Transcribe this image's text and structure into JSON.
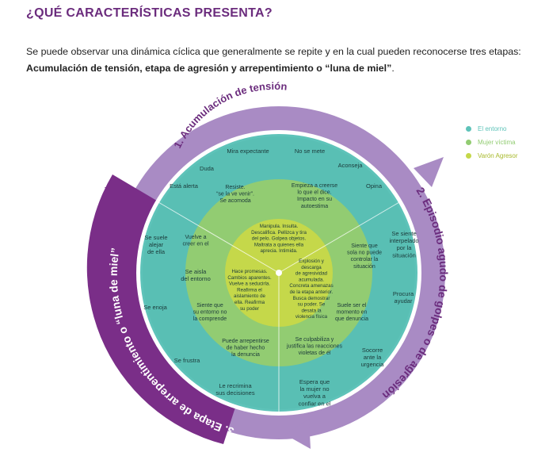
{
  "header": {
    "title": "¿QUÉ CARACTERÍSTICAS PRESENTA?",
    "intro_line1": "Se puede observar una dinámica cíclica que generalmente se repite y en la cual pueden reconocerse tres etapas:",
    "intro_line2_bold": "Acumulación de tensión, etapa de agresión y arrepentimiento o “luna de miel”",
    "intro_line2_end": "."
  },
  "colors": {
    "entorno": "#5ec3b9",
    "mujer": "#92cc72",
    "varon": "#c5d84a",
    "arrow_light": "#a98bc4",
    "arrow_dark": "#7a2e88"
  },
  "legend": [
    {
      "label": "El entorno",
      "color": "#5ec3b9"
    },
    {
      "label": "Mujer víctima",
      "color": "#92cc72"
    },
    {
      "label": "Varón Agresor",
      "color": "#c5d84a"
    }
  ],
  "stages": {
    "s1": "1. Acumulación de tensión",
    "s2": "2. Episodio agudo de golpes o de agresión",
    "s3": "3. Etapa de arrepentimiento o “luna de miel”"
  },
  "outer": {
    "mira_expectante": "Mira expectante",
    "no_se_mete": "No se mete",
    "duda": "Duda",
    "aconseja": "Aconseja",
    "esta_alerta": "Está alerta",
    "opina": "Opina",
    "se_suele_alejar": [
      "Se suele",
      "alejar",
      "de ella"
    ],
    "se_aisla": [
      "Se aisla",
      "del entorno"
    ],
    "se_enoja": "Se enoja",
    "se_frustra": "Se frustra",
    "le_recrimina": [
      "Le recrimina",
      "sus decisiones"
    ],
    "espera_que": [
      "Espera que",
      "la mujer no",
      "vuelva a",
      "confiar en el"
    ],
    "socorre": [
      "Socorre",
      "ante la",
      "urgencia"
    ],
    "procura_ayudar": [
      "Procura",
      "ayudar"
    ],
    "se_siente_interpelado": [
      "Se siente",
      "interpelado",
      "por la",
      "situación"
    ]
  },
  "middle": {
    "resiste": [
      "Resiste.",
      "“se la ve venir”.",
      "Se acomoda"
    ],
    "empieza_creerse": [
      "Empieza a creerse",
      "lo que el dice.",
      "Impacto en su",
      "autoestima"
    ],
    "vuelve_creer": [
      "Vuelve a",
      "creer en el"
    ],
    "siente_sola": [
      "Siente que",
      "sola no puede",
      "controlar la",
      "situación"
    ],
    "siente_entorno": [
      "Siente que",
      "su entorno no",
      "la comprende"
    ],
    "suele_ser": [
      "Suele ser el",
      "momento en",
      "que denuncia"
    ],
    "puede_arrepentirse": [
      "Puede arrepentirse",
      "de haber hecho",
      "la denuncia"
    ],
    "se_culpabiliza": [
      "Se culpabiliza y",
      "justifica las reacciones",
      "violetas de él"
    ]
  },
  "inner": {
    "manipula": [
      "Manipula. Insulta.",
      "Descalifica. Pellizca y tira",
      "del pelo. Golpea objetos.",
      "Maltrata a quienes ella",
      "aprecia. Intimida."
    ],
    "explosion": [
      "Explosión y",
      "descarga",
      "de agresividad",
      "acumulada.",
      "Concreta amenazas",
      "de la etapa anterior.",
      "Busca demostrar",
      "su poder. Se",
      "desata la",
      "violencia física"
    ],
    "promesas": [
      "Hace promesas.",
      "Cambios aparentes.",
      "Vuelve a seducirla.",
      "Reafirma el",
      "aislamiento de",
      "ella. Reafirma",
      "su poder"
    ]
  }
}
